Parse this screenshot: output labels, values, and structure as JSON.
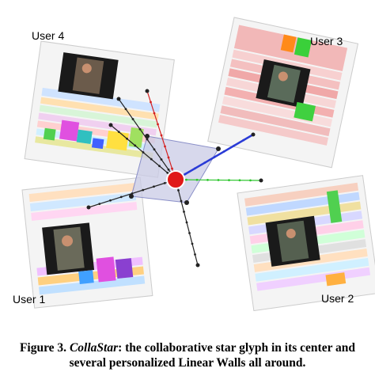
{
  "users": {
    "user1": "User 1",
    "user2": "User 2",
    "user3": "User 3",
    "user4": "User 4"
  },
  "caption": {
    "figure_number": "Figure 3.",
    "name": "CollaStar",
    "text": ": the collaborative star glyph in its center and several personalized Linear Walls all around."
  },
  "colors": {
    "star_fill": "#c9cbe6",
    "star_edge": "#8a8fc8",
    "center": "#e01818",
    "blue_axis": "#2a3bd6",
    "green_axis": "#2cc52c",
    "red_axis": "#d42020",
    "axis": "#222222"
  }
}
